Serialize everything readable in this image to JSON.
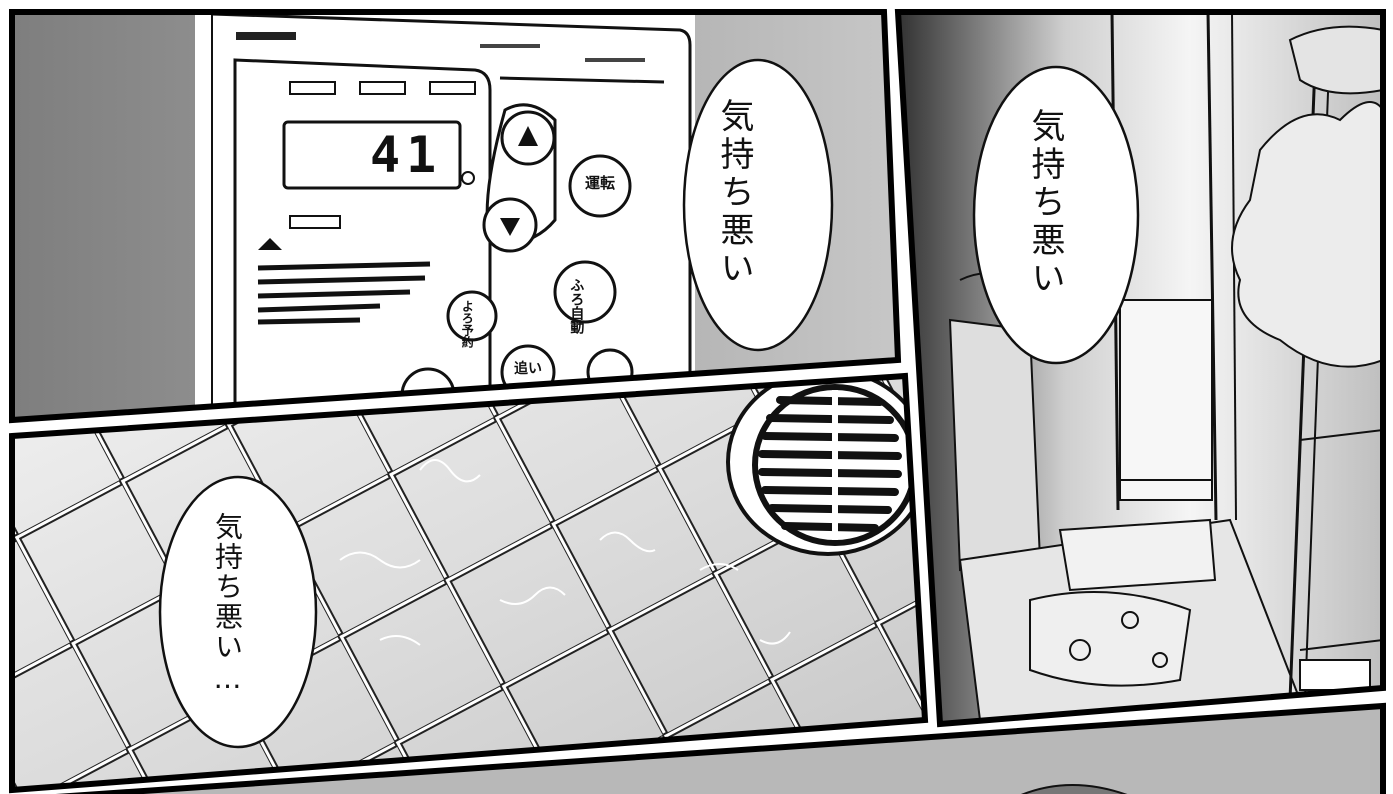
{
  "bubbles": [
    {
      "text": "気持ち悪い"
    },
    {
      "text": "気持ち悪い"
    },
    {
      "text": "気持ち悪い…"
    }
  ],
  "panel1": {
    "display_temperature": "41",
    "buttons": {
      "unsoku": "運転",
      "furo_jidou": "ふろ自動",
      "yoyaku": "よろ予約",
      "oidaki": "追い"
    }
  },
  "colors": {
    "border": "#000000",
    "tile": "#d9d9d9",
    "grout": "#ffffff",
    "screen_tone": "#8f8f8f"
  }
}
